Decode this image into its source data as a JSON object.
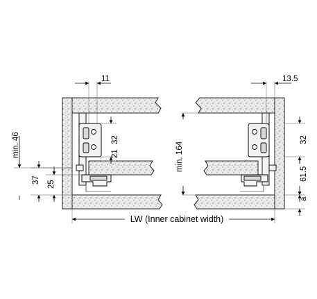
{
  "diagram": {
    "type": "technical-drawing",
    "width_label": "LW (Inner cabinet width)",
    "dimensions": {
      "left_top_offset": "11",
      "right_top_offset": "13.5",
      "left_min_height": "min. 46",
      "right_min_height": "min. 164",
      "left_hinge_height": "32",
      "right_hinge_height": "32",
      "left_21": "21",
      "left_37": "37",
      "left_25": "25",
      "right_61_5": "61.5",
      "right_a": "a"
    }
  }
}
